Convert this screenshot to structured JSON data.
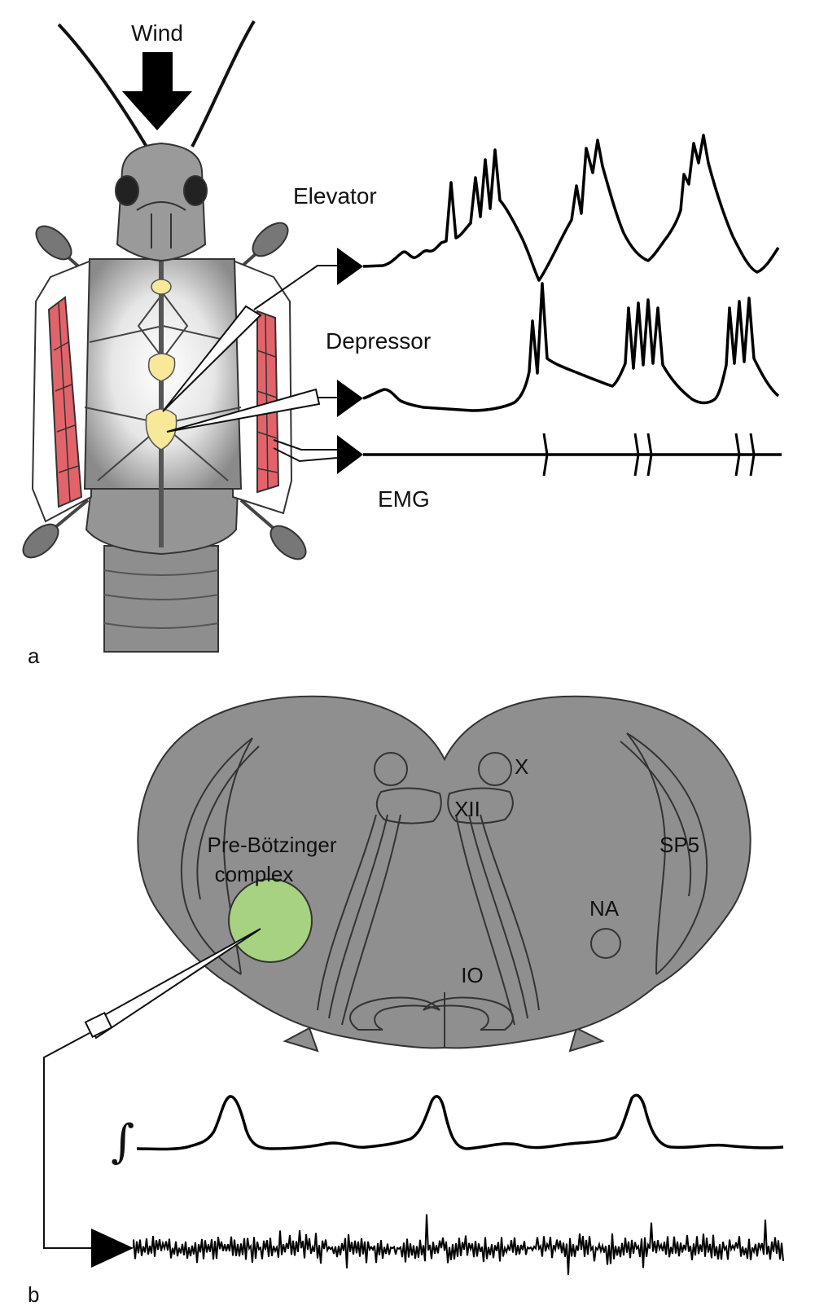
{
  "panel_a": {
    "panel_label": "a",
    "wind_label": "Wind",
    "traces": {
      "elevator_label": "Elevator",
      "depressor_label": "Depressor",
      "emg_label": "EMG"
    }
  },
  "panel_b": {
    "panel_label": "b",
    "structures": {
      "x_label": "X",
      "xii_label": "XII",
      "sp5_label": "SP5",
      "prebotzinger_line1": "Pre-Bötzinger",
      "prebotzinger_line2": "complex",
      "na_label": "NA",
      "io_label": "IO"
    },
    "integral_symbol": "∫"
  },
  "colors": {
    "body_gray": "#8c8c8c",
    "head_gray": "#9a9a9a",
    "muscle_red": "#e2646a",
    "ganglion_yellow": "#f7e89a",
    "prebotzinger_green": "#a6d281",
    "brainstem_gray": "#8f8f8f",
    "trace_black": "#000000"
  }
}
